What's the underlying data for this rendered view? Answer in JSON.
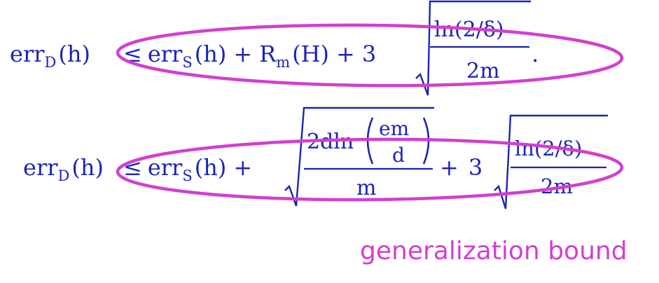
{
  "colors": {
    "math": "#1c24b4",
    "highlight": "#d23fd0"
  },
  "equation1": {
    "err": "err",
    "sub_d": "D",
    "h_lhs": "(h)",
    "leq": "≤",
    "errs": "err",
    "sub_s": "S",
    "h_rhs": "(h)",
    "plus1": "+",
    "r": "R",
    "sub_m": "m",
    "h_set": "(H)",
    "plus2": "+",
    "coef": "3",
    "numerator": "ln(2/δ)",
    "denominator": "2m",
    "period": "."
  },
  "equation2": {
    "err": "err",
    "sub_d": "D",
    "h_lhs": "(h)",
    "leq": "≤",
    "errs": "err",
    "sub_s": "S",
    "h_rhs": "(h)",
    "plus1": "+",
    "num_prefix": "2dln",
    "inner_num": "em",
    "inner_den": "d",
    "outer_den": "m",
    "plus2": "+",
    "coef": "3",
    "numerator": "ln(2/δ)",
    "denominator": "2m"
  },
  "caption": "generalization bound"
}
